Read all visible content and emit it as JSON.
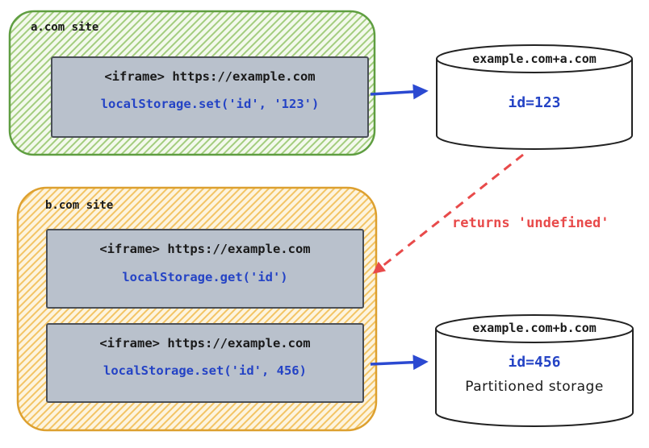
{
  "colors": {
    "green_border": "#5f9e41",
    "green_hatch": "#a3cd7e",
    "green_bg": "#f3f9ec",
    "orange_border": "#dda02f",
    "orange_hatch": "#f3c464",
    "orange_bg": "#fdf4de",
    "gray_box_fill": "#b9c1cc",
    "gray_box_border": "#4a4f57",
    "blue_accent": "#2443c5",
    "red_accent": "#e84a4a",
    "ink": "#1a1a1a"
  },
  "a_site": {
    "label": "a.com site",
    "iframe": {
      "title": "<iframe> https://example.com",
      "code": "localStorage.set('id', '123')"
    }
  },
  "b_site": {
    "label": "b.com site",
    "iframe_get": {
      "title": "<iframe> https://example.com",
      "code": "localStorage.get('id')"
    },
    "iframe_set": {
      "title": "<iframe> https://example.com",
      "code": "localStorage.set('id', 456)"
    }
  },
  "storage_a": {
    "label": "example.com+a.com",
    "value": "id=123"
  },
  "storage_b": {
    "label": "example.com+b.com",
    "value": "id=456",
    "caption": "Partitioned storage"
  },
  "returns_label": "returns 'undefined'"
}
